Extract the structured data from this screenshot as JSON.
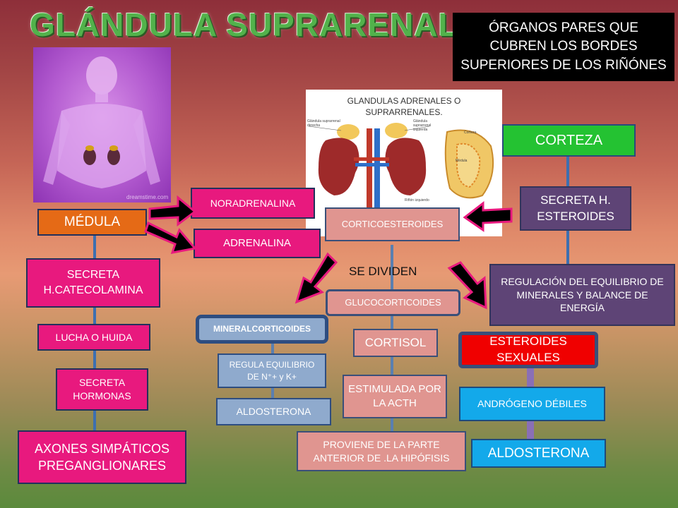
{
  "title": "GLÁNDULA SUPRARENAL",
  "intro": [
    "ÓRGANOS PARES QUE",
    "CUBREN LOS BORDES",
    "SUPERIORES DE LOS RIÑÓNES"
  ],
  "photo": {
    "watermark": "dreamstime.com"
  },
  "diagram": {
    "title_lines": [
      "GLANDULAS ADRENALES O",
      "SUPRARRENALES."
    ],
    "labels": [
      "Glándula suprarrenal derecha",
      "Glándula suprarrenal izquierda",
      "Corteza",
      "Médula",
      "Riñón izquierdo"
    ]
  },
  "medula": {
    "label": "MÉDULA",
    "items": [
      "SECRETA H.CATECOLAMINA",
      "LUCHA O HUIDA",
      "SECRETA HORMONAS",
      "AXONES SIMPÁTICOS PREGANGLIONARES"
    ],
    "outputs": [
      "NORADRENALINA",
      "ADRENALINA"
    ]
  },
  "corteza": {
    "label": "CORTEZA",
    "secreta": "SECRETA H. ESTEROIDES",
    "regulacion": "REGULACIÓN DEL EQUILIBRIO DE MINERALES Y BALANCE DE ENERGÍA",
    "corticoesteroides": "CORTICOESTEROIDES",
    "se_dividen": "SE DIVIDEN",
    "glucocorticoides": "GLUCOCORTICOIDES",
    "mineralcorticoides": "MINERALCORTICOIDES",
    "regula": "REGULA EQUILIBRIO DE N⁺+ y K+",
    "aldosterona_mineral": "ALDOSTERONA",
    "cortisol": "CORTISOL",
    "estimulada": "ESTIMULADA POR LA ACTH",
    "proviene": "PROVIENE DE LA PARTE ANTERIOR DE .LA HIPÓFISIS",
    "esteroides_sexuales": "ESTEROIDES SEXUALES",
    "androgeno": "ANDRÓGENO DÉBILES",
    "aldosterona_sexual": "ALDOSTERONA"
  },
  "colors": {
    "pink": "#e8197e",
    "orange": "#e56a16",
    "salmon": "#e09590",
    "purple": "#5e4476",
    "green": "#24c232",
    "blue": "#8faacd",
    "cyan": "#13a9ea",
    "red": "#f00000",
    "title": "#4db04a"
  }
}
